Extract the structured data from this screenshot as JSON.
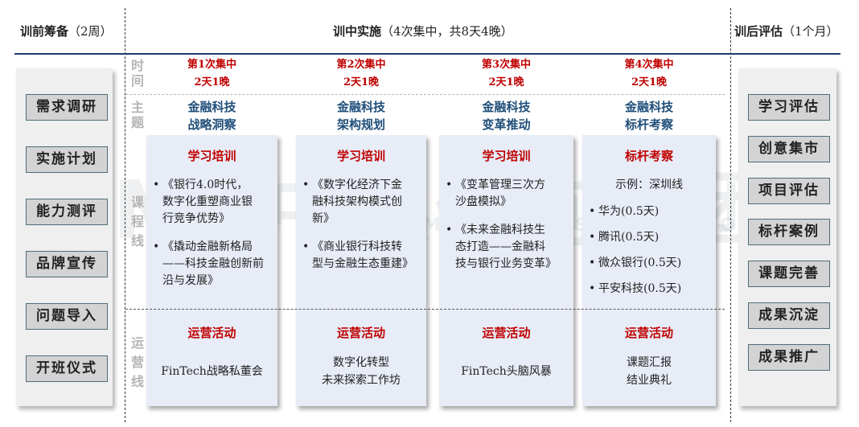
{
  "header": {
    "pre": {
      "title": "训前筹备",
      "paren": "（2周）"
    },
    "mid": {
      "title": "训中实施",
      "paren": "（4次集中，共8天4晚）"
    },
    "post": {
      "title": "训后评估",
      "paren": "（1个月）"
    }
  },
  "pre_items": [
    "需求调研",
    "实施计划",
    "能力测评",
    "品牌宣传",
    "问题导入",
    "开班仪式"
  ],
  "post_items": [
    "学习评估",
    "创意集市",
    "项目评估",
    "标杆案例",
    "课题完善",
    "成果沉淀",
    "成果推广"
  ],
  "row_labels": {
    "time": "时间",
    "theme": "主题",
    "course": "课程线",
    "ops": "运营线"
  },
  "watermark": {
    "logo": "MD中大咨询集团",
    "sub": "MANAGEMENT PROFESSIONAL GROUP"
  },
  "columns": [
    {
      "time": [
        "第1次集中",
        "2天1晚"
      ],
      "theme": [
        "金融科技",
        "战略洞察"
      ],
      "course_title": "学习培训",
      "course_items": [
        [
          "《银行4.0时代，",
          "数字化重塑商业银",
          "行竞争优势》"
        ],
        [
          "《撬动金融新格局",
          "——科技金融创新前",
          "沿与发展》"
        ]
      ],
      "ops_title": "运营活动",
      "ops": [
        "FinTech战略私董会"
      ]
    },
    {
      "time": [
        "第2次集中",
        "2天1晚"
      ],
      "theme": [
        "金融科技",
        "架构规划"
      ],
      "course_title": "学习培训",
      "course_items": [
        [
          "《数字化经济下金",
          "融科技架构模式创",
          "新》"
        ],
        [
          "《商业银行科技转",
          "型与金融生态重建》"
        ]
      ],
      "ops_title": "运营活动",
      "ops": [
        "数字化转型",
        "未来探索工作坊"
      ]
    },
    {
      "time": [
        "第3次集中",
        "2天1晚"
      ],
      "theme": [
        "金融科技",
        "变革推动"
      ],
      "course_title": "学习培训",
      "course_items": [
        [
          "《变革管理三次方",
          "沙盘模拟》"
        ],
        [
          "《未来金融科技生",
          "态打造——金融科",
          "技与银行业务变革》"
        ]
      ],
      "ops_title": "运营活动",
      "ops": [
        "FinTech头脑风暴"
      ]
    },
    {
      "time": [
        "第4次集中",
        "2天1晚"
      ],
      "theme": [
        "金融科技",
        "标杆考察"
      ],
      "course_title": "标杆考察",
      "example": "示例：深圳线",
      "visits": [
        "华为(0.5天)",
        "腾讯(0.5天)",
        "微众银行(0.5天)",
        "平安科技(0.5天)"
      ],
      "ops_title": "运营活动",
      "ops": [
        "课题汇报",
        "结业典礼"
      ]
    }
  ],
  "colors": {
    "accent_red": "#c00000",
    "theme_blue": "#1f4e79",
    "rule_blue": "#1f3f6e",
    "box_bg": "#e7ecf6"
  }
}
